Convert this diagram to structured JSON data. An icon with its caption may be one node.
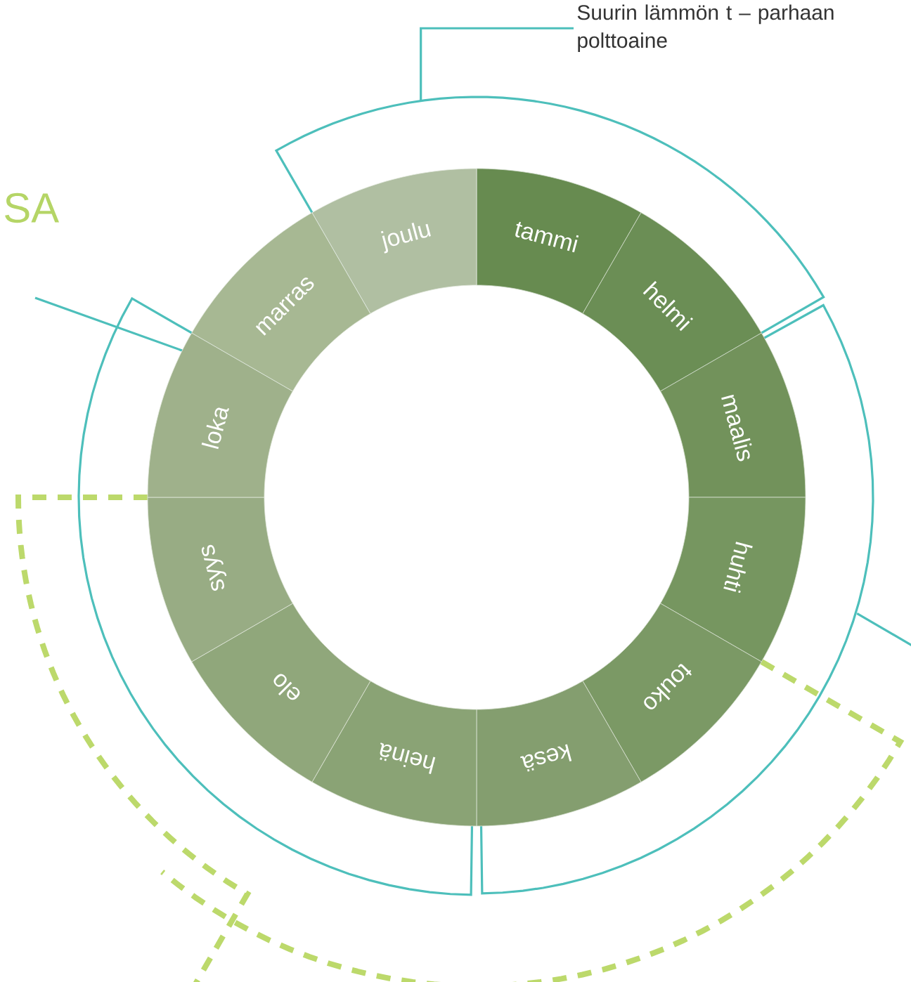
{
  "diagram": {
    "nodes": [
      {
        "text": [
          "tammi"
        ]
      },
      {
        "text": [
          "helmi"
        ]
      },
      {
        "text": [
          "maalis"
        ]
      },
      {
        "text": [
          "huhti"
        ]
      },
      {
        "text": [
          "touko"
        ]
      },
      {
        "text": [
          "kesä"
        ]
      },
      {
        "text": [
          "heinä"
        ]
      },
      {
        "text": [
          "elo"
        ]
      },
      {
        "text": [
          "syys"
        ]
      },
      {
        "text": [
          "loka"
        ]
      },
      {
        "text": [
          "marras"
        ]
      },
      {
        "text": [
          "joulu"
        ]
      },
      {
        "text": [
          "Suurin lämmön t – parhaan polttoaine"
        ]
      }
    ],
    "edges": [
      {
        "from": null,
        "to": 12,
        "arrow": "none"
      }
    ],
    "labels": [
      "SA"
    ]
  }
}
